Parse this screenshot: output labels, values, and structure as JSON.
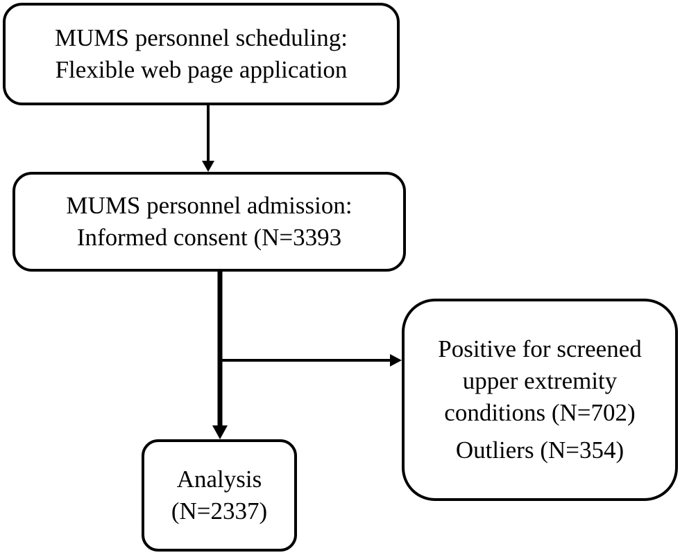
{
  "flowchart": {
    "scheduling": {
      "line1": "MUMS personnel scheduling:",
      "line2": "Flexible web page application"
    },
    "admission": {
      "line1": "MUMS personnel admission:",
      "line2": "Informed consent (N=3393"
    },
    "excluded": {
      "line1": "Positive for screened",
      "line2": "upper extremity",
      "line3": "conditions (N=702)",
      "line4": "Outliers (N=354)"
    },
    "analysis": {
      "line1": "Analysis",
      "line2": "(N=2337)"
    }
  },
  "colors": {
    "stroke": "#000000",
    "background": "#ffffff"
  }
}
